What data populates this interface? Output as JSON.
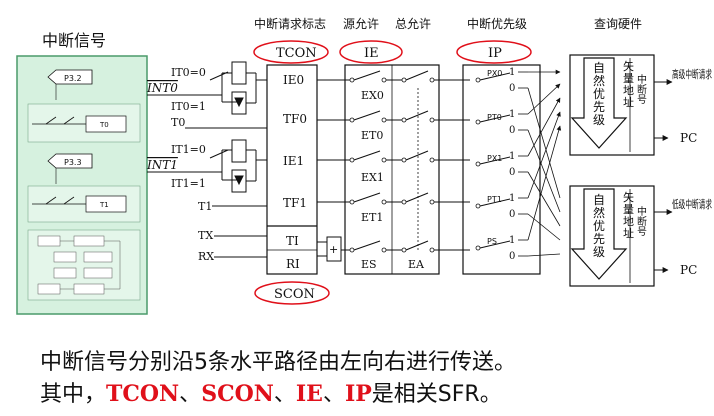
{
  "left_panel": {
    "title": "中断信号",
    "tags": [
      "P3.2",
      "P3.3"
    ],
    "boxes": [
      "T0",
      "T1"
    ]
  },
  "headers": {
    "flag": "中断请求标志",
    "source_enable": "源允许",
    "global_enable": "总允许",
    "priority": "中断优先级",
    "hardware": "查询硬件"
  },
  "regs": {
    "tcon": "TCON",
    "ie": "IE",
    "ip": "IP",
    "scon": "SCON"
  },
  "inputs": {
    "it0_0": "IT0=0",
    "int0": "INT0",
    "it0_1": "IT0=1",
    "t0": "T0",
    "it1_0": "IT1=0",
    "int1": "INT1",
    "it1_1": "IT1=1",
    "t1": "T1",
    "tx": "TX",
    "rx": "RX"
  },
  "flags": [
    "IE0",
    "TF0",
    "IE1",
    "TF1",
    "TI",
    "RI"
  ],
  "enables": [
    "EX0",
    "ET0",
    "EX1",
    "ET1",
    "ES",
    "EA"
  ],
  "priority_bits": [
    "PX0",
    "PT0",
    "PX1",
    "PT1",
    "PS"
  ],
  "switch_digits": {
    "one": "1",
    "zero": "0"
  },
  "hw": {
    "natural_priority": "自然优先级",
    "vector_address": "矢量地址",
    "high_int": "中断号",
    "low_int": "中断号",
    "high_req": "高级中断请求",
    "low_req": "低级中断请求",
    "pc": "PC"
  },
  "caption": {
    "line1": "中断信号分别沿5条水平路径由左向右进行传送。",
    "line2_prefix": "其中，",
    "tcon": "TCON",
    "sep1": "、",
    "scon": "SCON",
    "sep2": "、",
    "ie": "IE",
    "sep3": "、",
    "ip": "IP",
    "line2_suffix": "是相关SFR。"
  },
  "colors": {
    "accent": "#e0101a",
    "panel": "#d6f1df",
    "panel_border": "#4a9a6a"
  }
}
